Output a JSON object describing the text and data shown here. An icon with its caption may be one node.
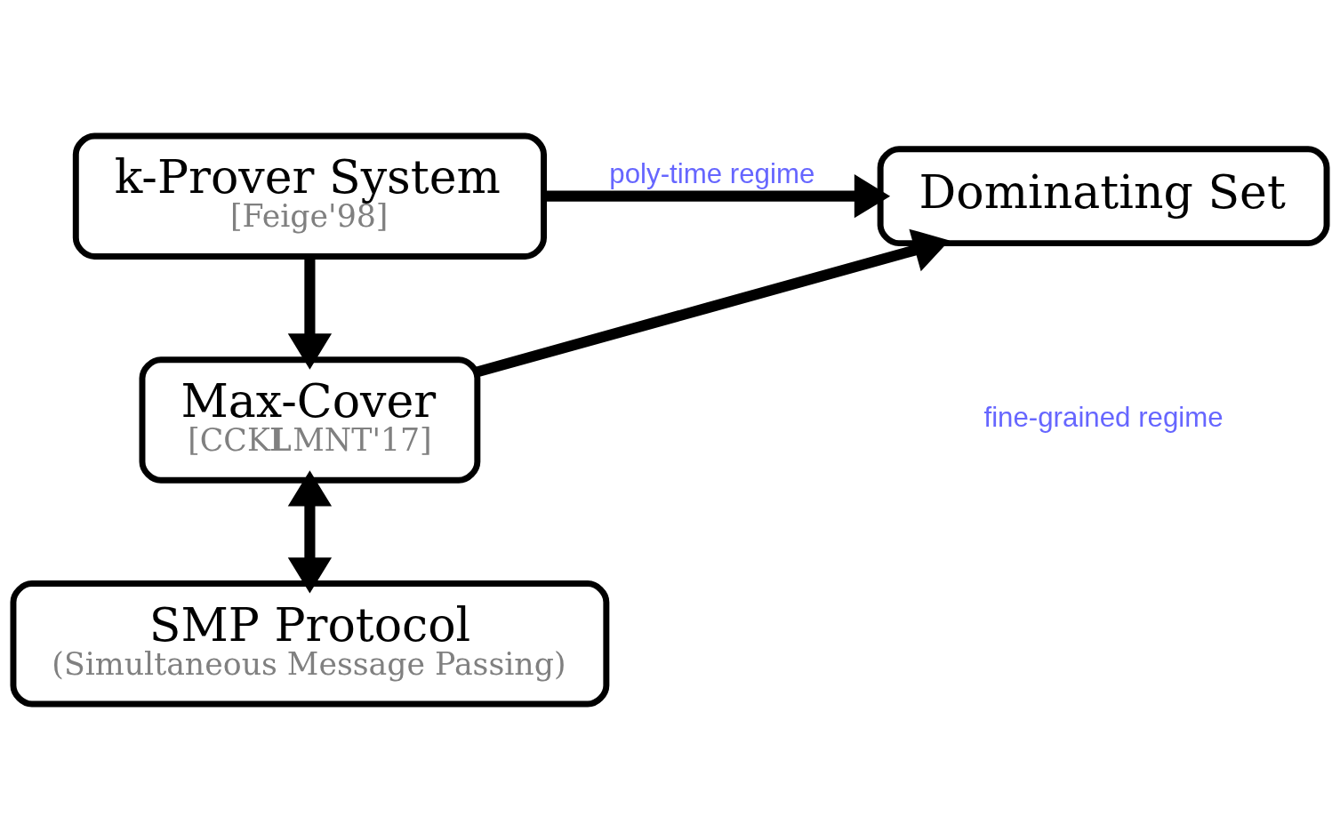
{
  "diagram": {
    "nodes": [
      {
        "text": [
          "k-Prover System",
          "[Feige'98]"
        ]
      },
      {
        "text": [
          "Dominating Set"
        ]
      },
      {
        "text": [
          "Max-Cover",
          "[CCK**L**MNT'17]"
        ]
      },
      {
        "text": [
          "SMP Protocol",
          "(Simultaneous Message Passing)"
        ]
      }
    ],
    "edges": [
      {
        "from": 0,
        "to": 1,
        "arrow": "to",
        "label": "poly-time regime"
      },
      {
        "from": 0,
        "to": 2,
        "arrow": "to"
      },
      {
        "from": 2,
        "to": 1,
        "arrow": "to"
      },
      {
        "from": 2,
        "to": 3,
        "arrow": "both"
      }
    ],
    "labels": [
      "fine-grained regime"
    ]
  }
}
